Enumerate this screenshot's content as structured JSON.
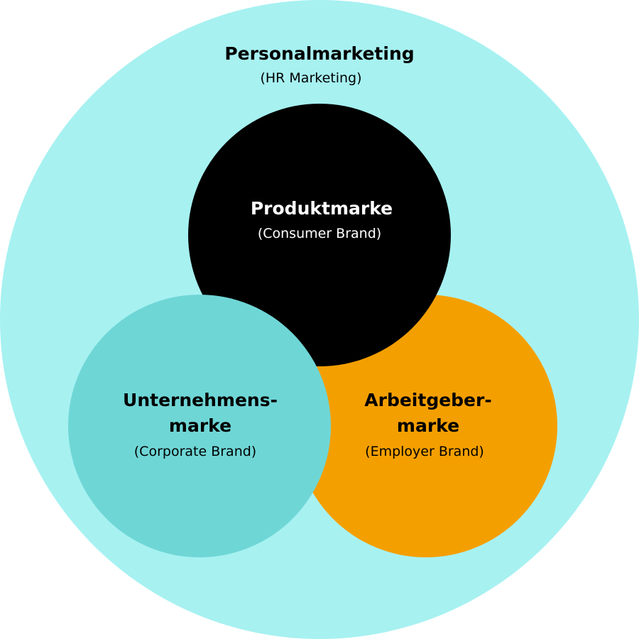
{
  "colors": {
    "outer": "#a7f1f1",
    "product": "#000000",
    "employer": "#f49f00",
    "corporate": "#6fd6d6",
    "dark_text": "#000000",
    "light_text": "#ffffff"
  },
  "outer": {
    "title": "Personalmarketing",
    "subtitle": "(HR Marketing)"
  },
  "product": {
    "title": "Produktmarke",
    "subtitle": "(Consumer Brand)"
  },
  "corporate": {
    "title_line1": "Unternehmens-",
    "title_line2": "marke",
    "subtitle": "(Corporate Brand)"
  },
  "employer": {
    "title_line1": "Arbeitgeber-",
    "title_line2": "marke",
    "subtitle": "(Employer Brand)"
  }
}
